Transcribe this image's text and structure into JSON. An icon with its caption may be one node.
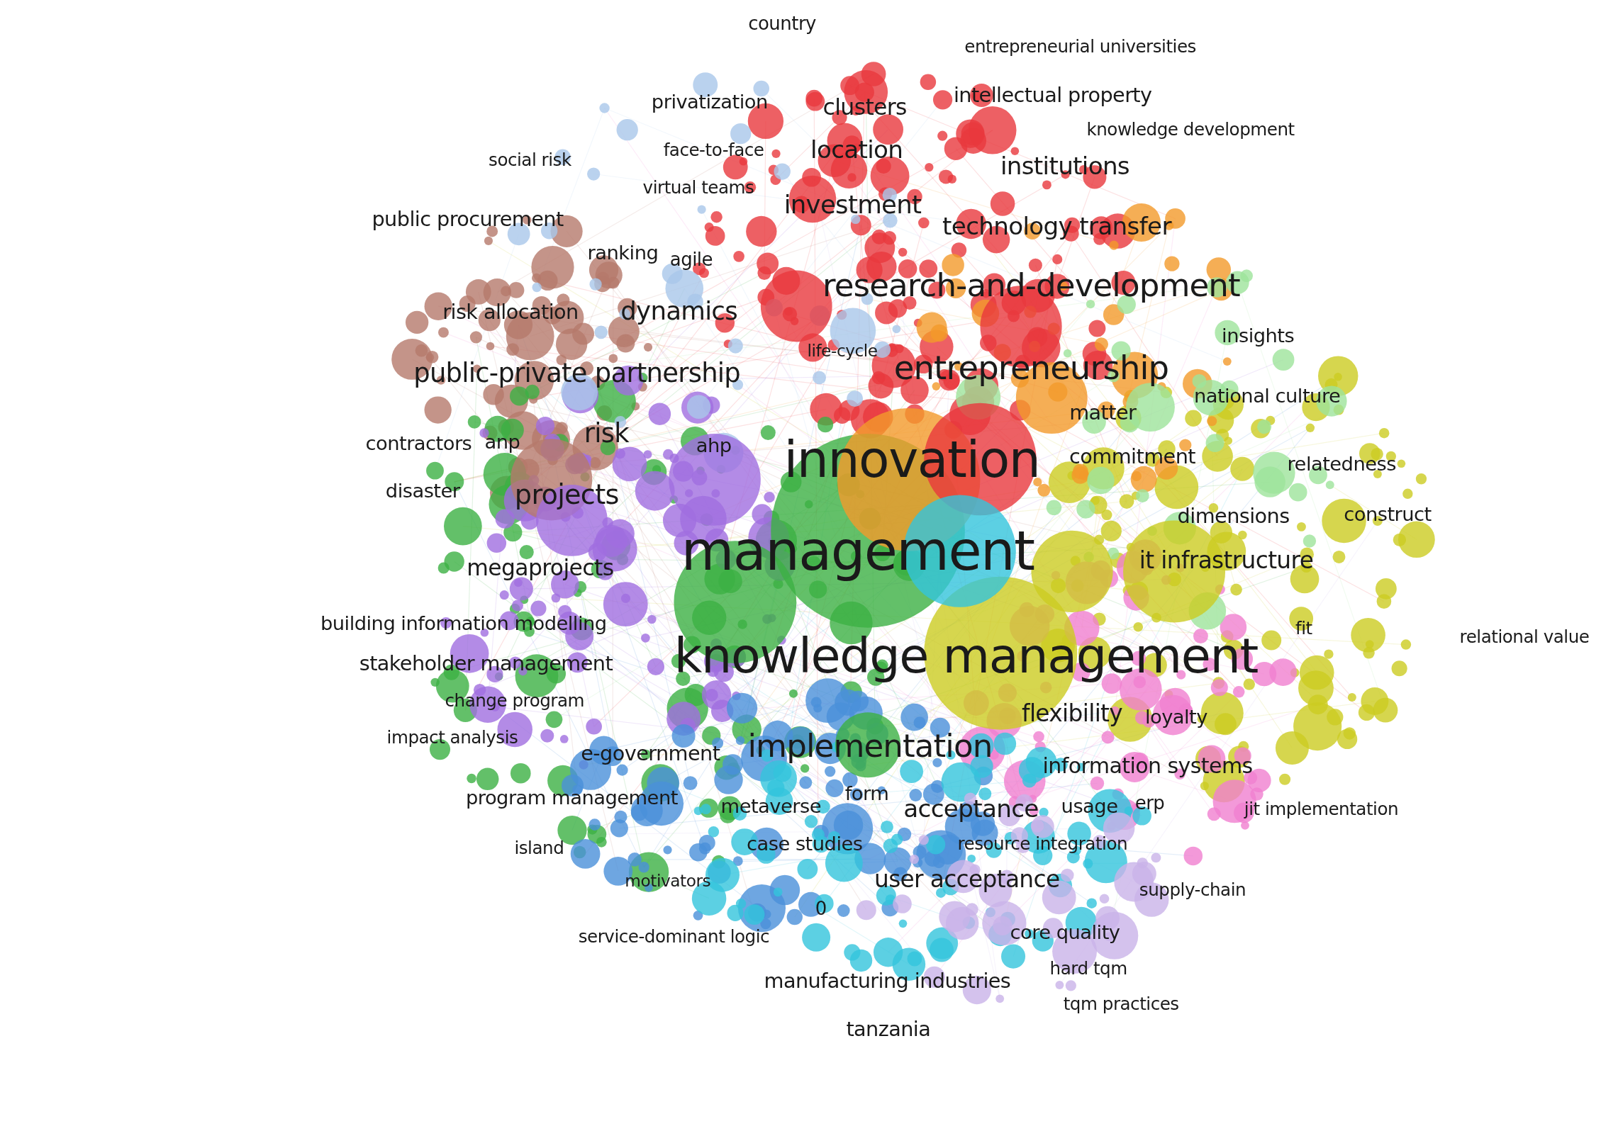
{
  "diagram": {
    "labels": [
      "country",
      "entrepreneurial universities",
      "privatization",
      "clusters",
      "intellectual property",
      "knowledge development",
      "social risk",
      "face-to-face",
      "location",
      "institutions",
      "virtual teams",
      "investment",
      "public procurement",
      "technology transfer",
      "ranking",
      "agile",
      "research-and-development",
      "risk allocation",
      "dynamics",
      "insights",
      "life-cycle",
      "public-private partnership",
      "entrepreneurship",
      "national culture",
      "matter",
      "contractors",
      "anp",
      "risk",
      "ahp",
      "innovation",
      "commitment",
      "relatedness",
      "disaster",
      "projects",
      "dimensions",
      "construct",
      "management",
      "megaprojects",
      "it infrastructure",
      "building information modelling",
      "fit",
      "relational value",
      "knowledge management",
      "stakeholder management",
      "change program",
      "flexibility",
      "loyalty",
      "impact analysis",
      "e-government",
      "implementation",
      "information systems",
      "program management",
      "form",
      "metaverse",
      "acceptance",
      "usage",
      "erp",
      "jit implementation",
      "island",
      "case studies",
      "resource integration",
      "motivators",
      "user acceptance",
      "supply-chain",
      "0",
      "service-dominant logic",
      "core quality",
      "hard tqm",
      "manufacturing industries",
      "tqm practices",
      "tanzania"
    ]
  }
}
